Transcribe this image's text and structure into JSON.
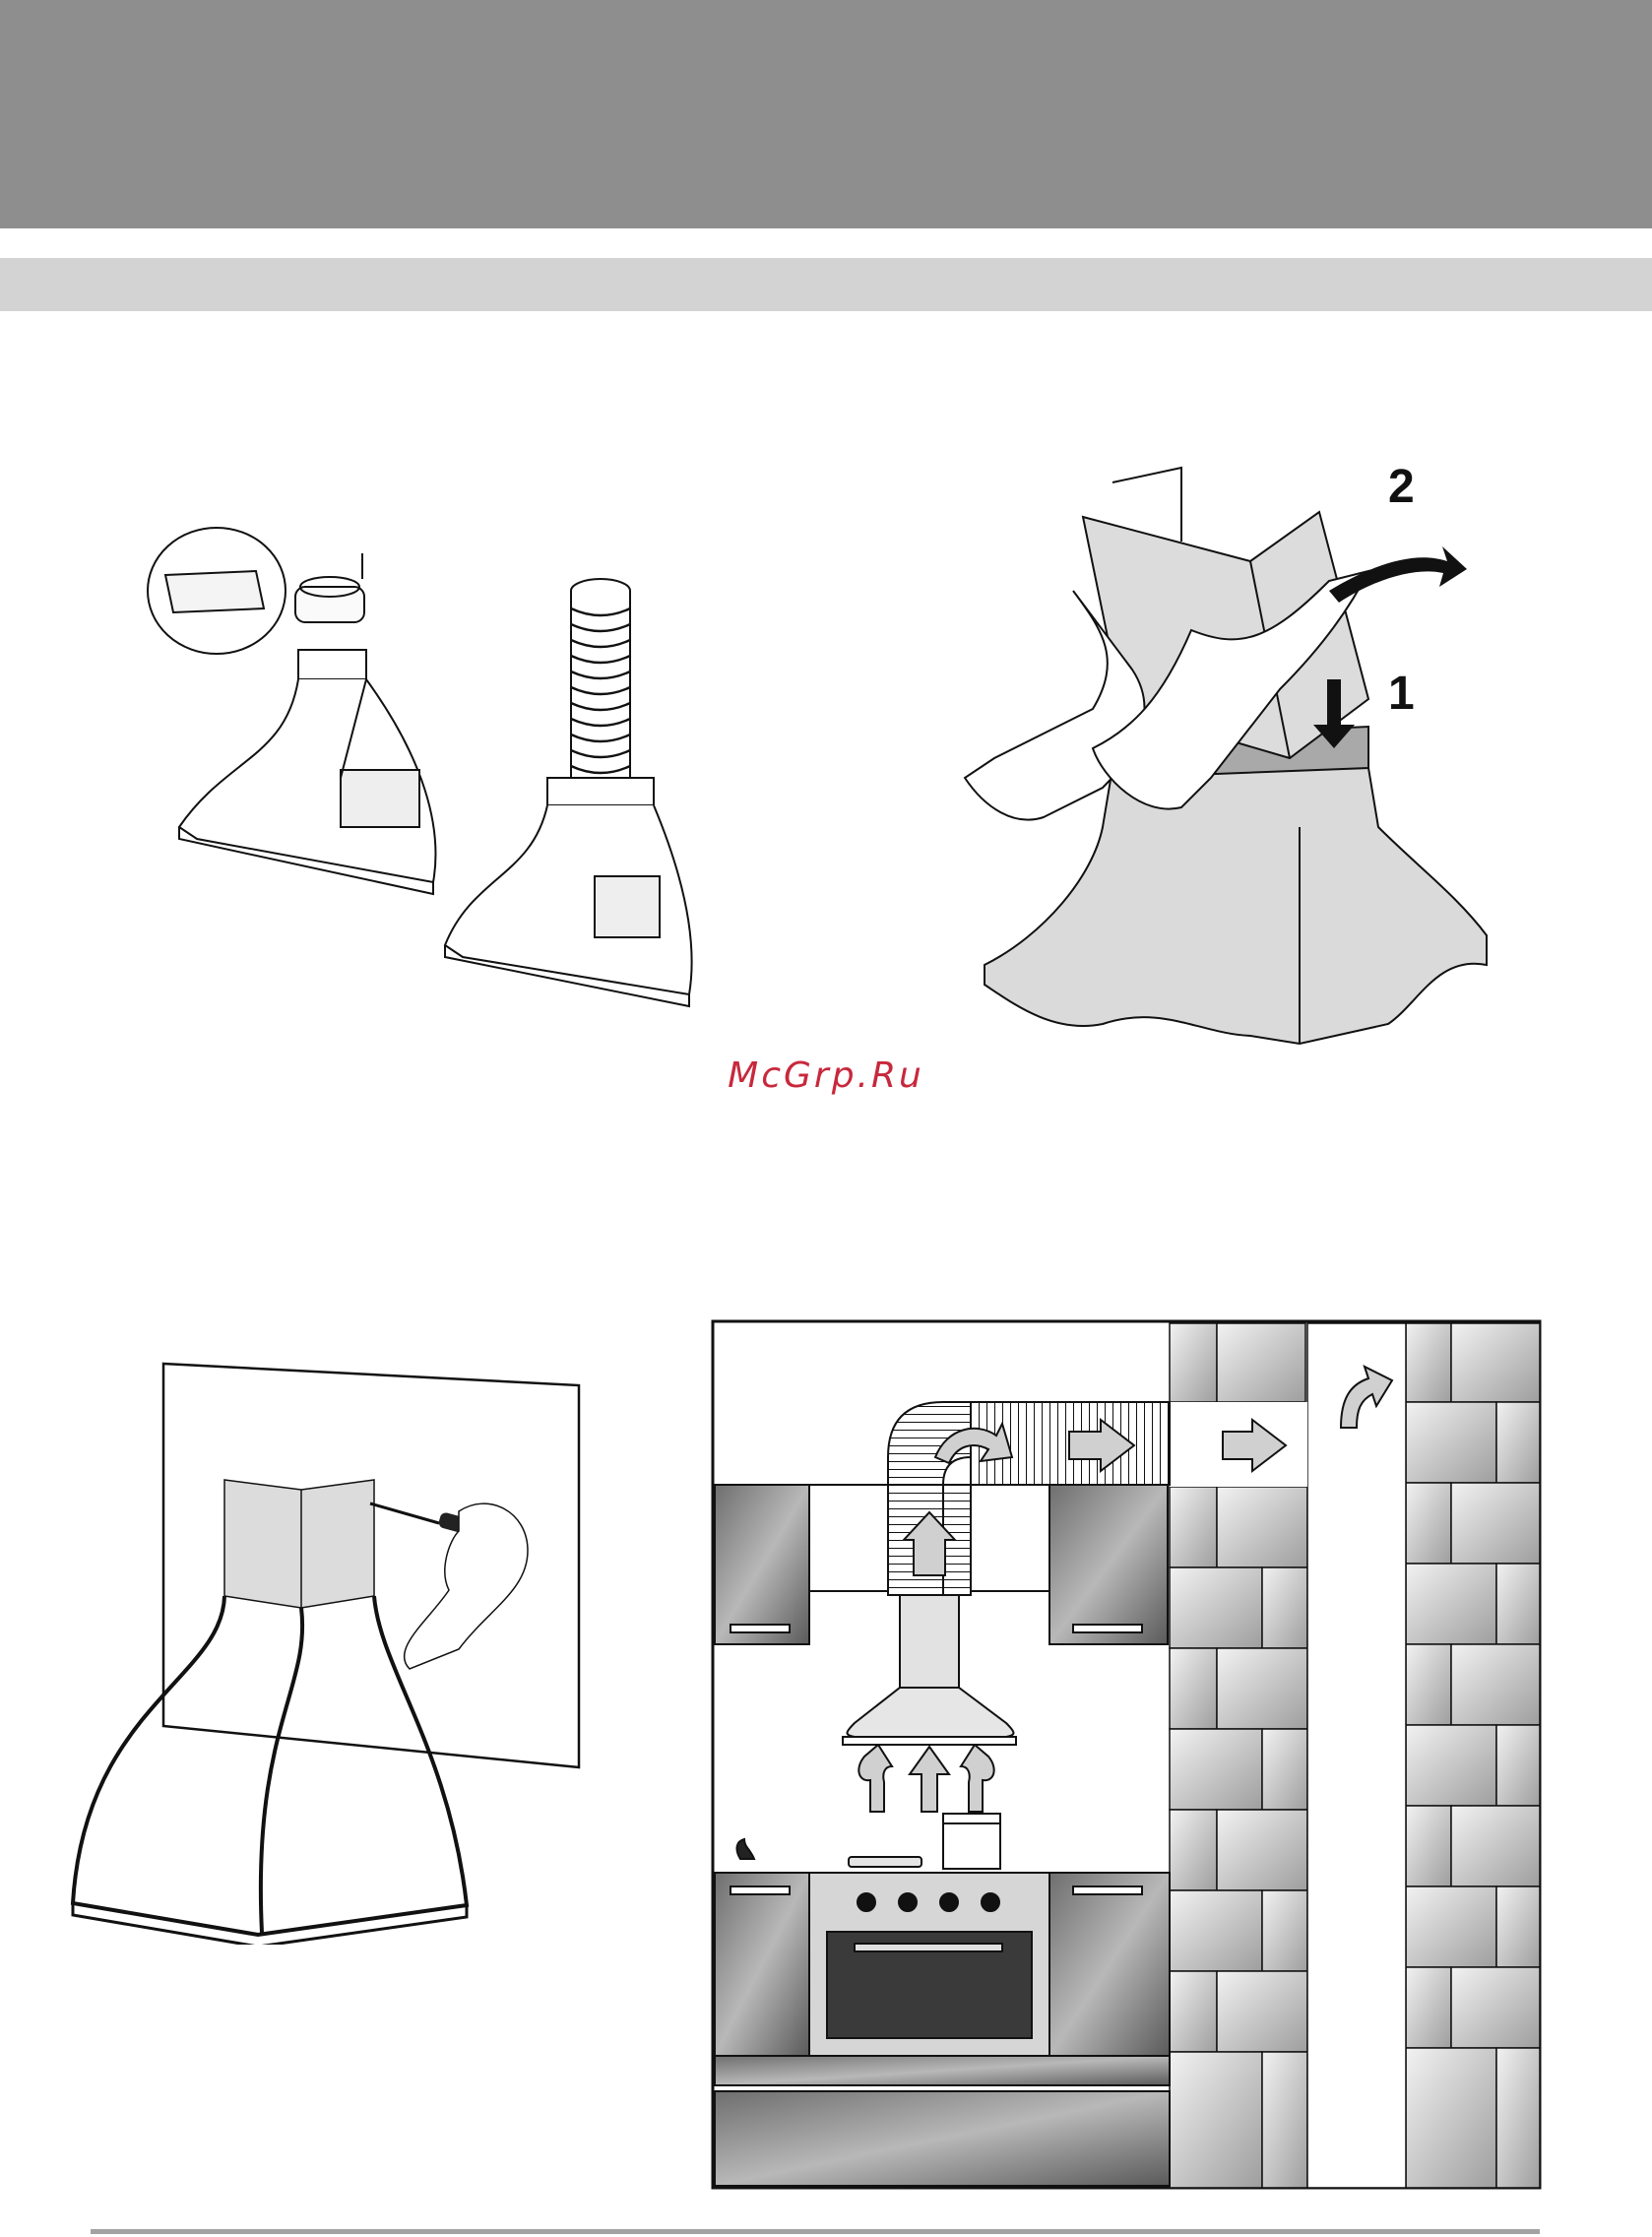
{
  "page": {
    "watermark": "McGrp.Ru"
  },
  "figures": {
    "chimney_install": {
      "step_labels": [
        "2",
        "1"
      ]
    }
  },
  "colors": {
    "header_band": "#8f8e8f",
    "sub_band": "#d3d3d3",
    "watermark": "#c8283c"
  }
}
